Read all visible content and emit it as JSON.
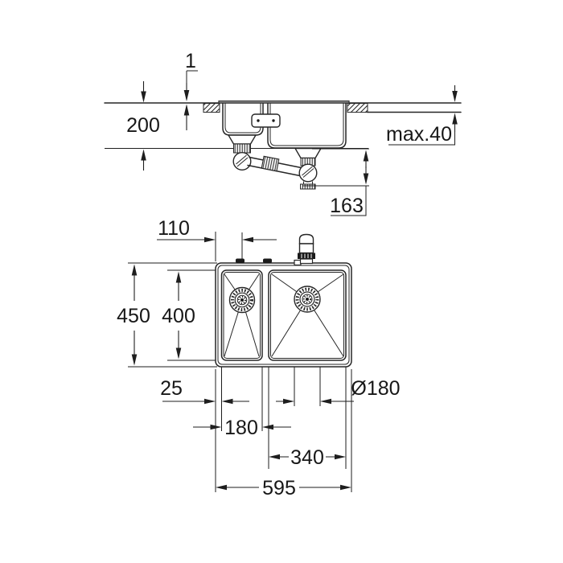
{
  "drawing": {
    "side_view_dims": {
      "rim_height": "1",
      "bowl_depth": "200",
      "counter_thickness": "max.40",
      "trap_height": "163"
    },
    "plan_view_dims": {
      "drain_offset_left": "110",
      "overall_depth": "450",
      "bowl_inner_depth": "400",
      "edge_margin": "25",
      "drain_diameter": "Ø180",
      "small_bowl_width": "180",
      "large_bowl_width": "340",
      "overall_width": "595"
    }
  }
}
